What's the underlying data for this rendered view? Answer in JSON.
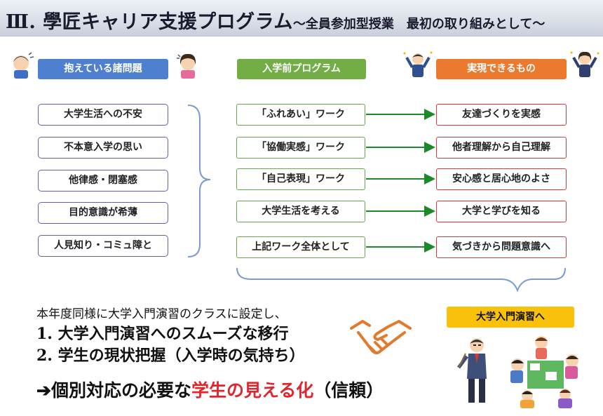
{
  "title": {
    "main": "Ⅲ. 學匠キャリア支援プログラム",
    "sub": "～全員参加型授業　最初の取り組みとして～"
  },
  "headers": {
    "problems": "抱えている諸問題",
    "program": "入学前プログラム",
    "outcomes": "実現できるもの"
  },
  "problems": [
    "大学生活への不安",
    "不本意入学の思い",
    "他律感・閉塞感",
    "目的意識が希薄",
    "人見知り・コミュ障と"
  ],
  "program": [
    "「ふれあい」ワーク",
    "「協働実感」ワーク",
    "「自己表現」ワーク",
    "大学生活を考える",
    "上記ワーク全体として"
  ],
  "outcomes": [
    "友達づくりを実感",
    "他者理解から自己理解",
    "安心感と居心地のよさ",
    "大学と学びを知る",
    "気づきから問題意識へ"
  ],
  "bottom": {
    "intro": "本年度同様に大学入門演習のクラスに設定し、",
    "point1": "1. 大学入門演習へのスムーズな移行",
    "point2": "2. 学生の現状把握（入学時の気持ち）",
    "conclusion_prefix": "➔個別対応の必要な",
    "conclusion_highlight": "学生の見える化",
    "conclusion_suffix": "（信頼）",
    "next_button": "大学入門演習へ"
  },
  "colors": {
    "blue": "#4f7fcf",
    "green": "#72ad45",
    "orange": "#ec7a2e",
    "red": "#e0262c",
    "yellow": "#f9c10a",
    "arrow": "#1a8a2a"
  },
  "icons": [
    "worried-student-icon",
    "troubled-woman-icon",
    "cheering-man-icon",
    "cheering-woman-icon",
    "handshake-icon",
    "teacher-icon",
    "discussion-group-icon"
  ]
}
